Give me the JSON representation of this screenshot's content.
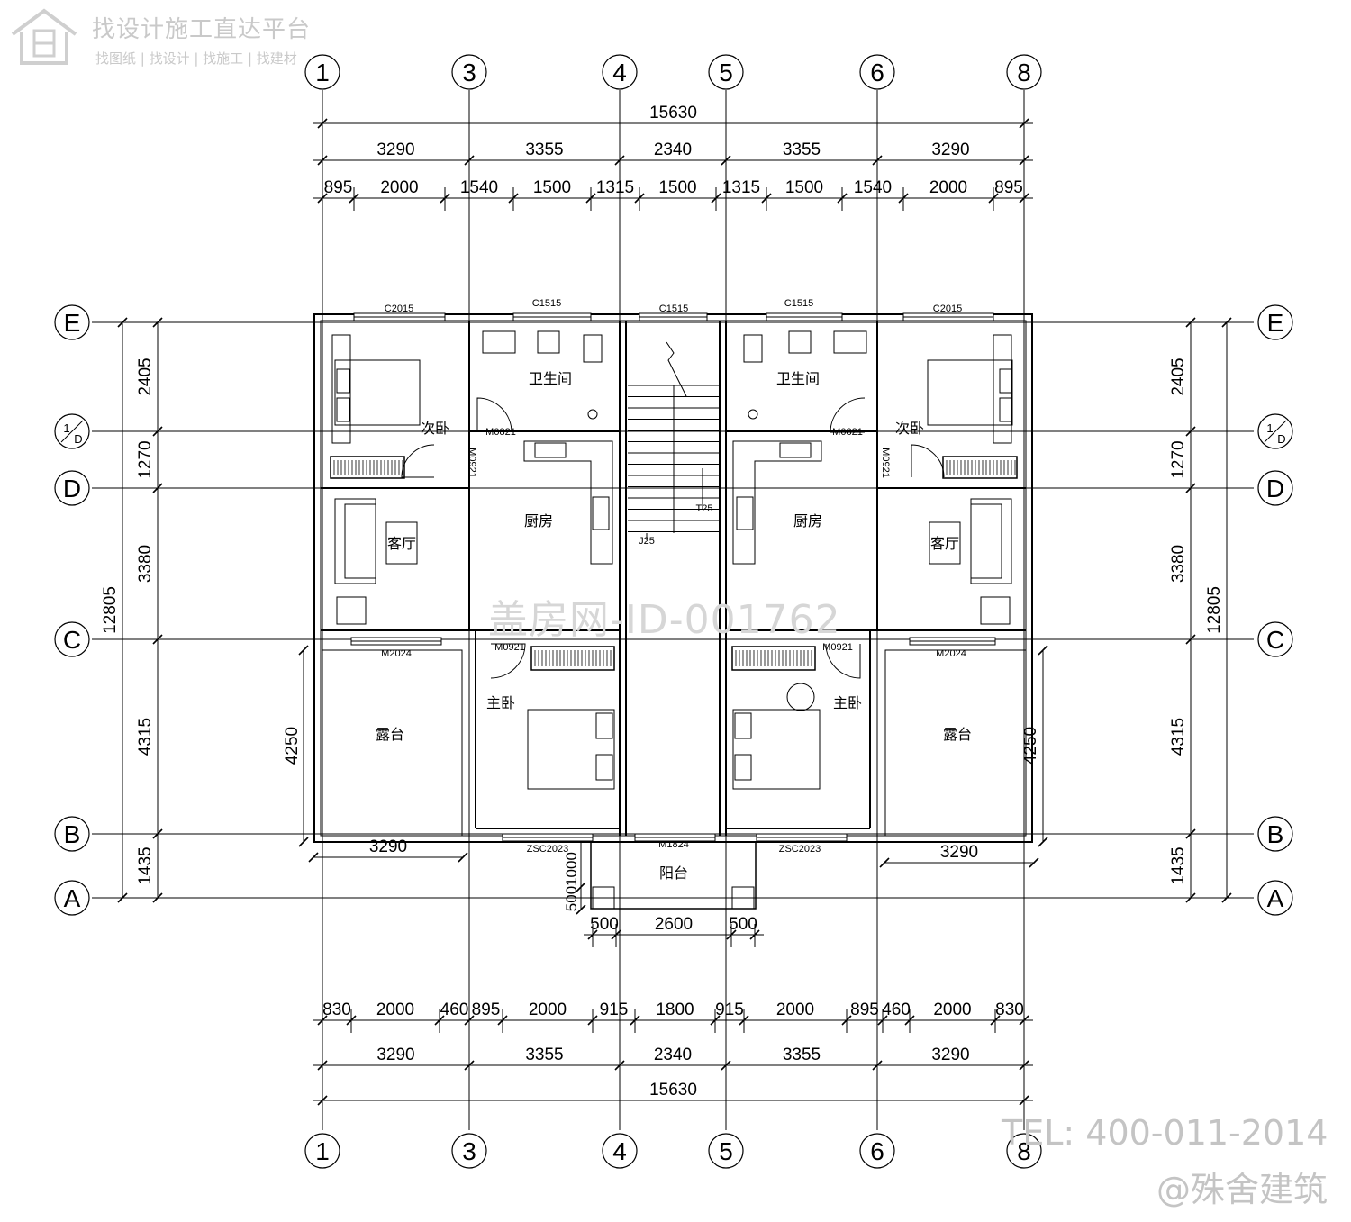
{
  "logo": {
    "title": "找设计施工直达平台",
    "subtitle": "找图纸 | 找设计 | 找施工 | 找建材"
  },
  "watermarks": {
    "id_text": "盖房网-ID-001762",
    "tel": "TEL: 400-011-2014",
    "brand": "@殊舍建筑"
  },
  "axes": {
    "vertical": [
      "1",
      "3",
      "4",
      "5",
      "6",
      "8"
    ],
    "horizontal": [
      "E",
      "1/D",
      "D",
      "C",
      "B",
      "A"
    ]
  },
  "dims": {
    "top_total": "15630",
    "top_mid": [
      "3290",
      "3355",
      "2340",
      "3355",
      "3290"
    ],
    "top_detail": [
      "895",
      "2000",
      "1540",
      "1500",
      "1315",
      "1500",
      "1315",
      "1500",
      "1540",
      "2000",
      "895"
    ],
    "bot_detail": [
      "830",
      "2000",
      "460",
      "895",
      "2000",
      "915",
      "1800",
      "915",
      "2000",
      "895",
      "460",
      "2000",
      "830"
    ],
    "bot_mid": [
      "3290",
      "3355",
      "2340",
      "3355",
      "3290"
    ],
    "bot_total": "15630",
    "side_detail": [
      "2405",
      "1270",
      "3380",
      "4315",
      "1435"
    ],
    "side_total": "12805",
    "terrace_depth": "4250",
    "terrace_width": "3290",
    "balcony": [
      "500",
      "2600",
      "500"
    ],
    "balcony_side": [
      "500",
      "1000"
    ]
  },
  "openings": {
    "c2015": "C2015",
    "c1515": "C1515",
    "m0821": "M0821",
    "m0921": "M0921",
    "m2024": "M2024",
    "zsc2023": "ZSC2023",
    "m1824": "M1824",
    "stair_t": "T25",
    "stair_j": "J25"
  },
  "rooms": {
    "bathroom": "卫生间",
    "second_bedroom": "次卧",
    "kitchen": "厨房",
    "living": "客厅",
    "master_bedroom": "主卧",
    "terrace": "露台",
    "balcony": "阳台"
  }
}
